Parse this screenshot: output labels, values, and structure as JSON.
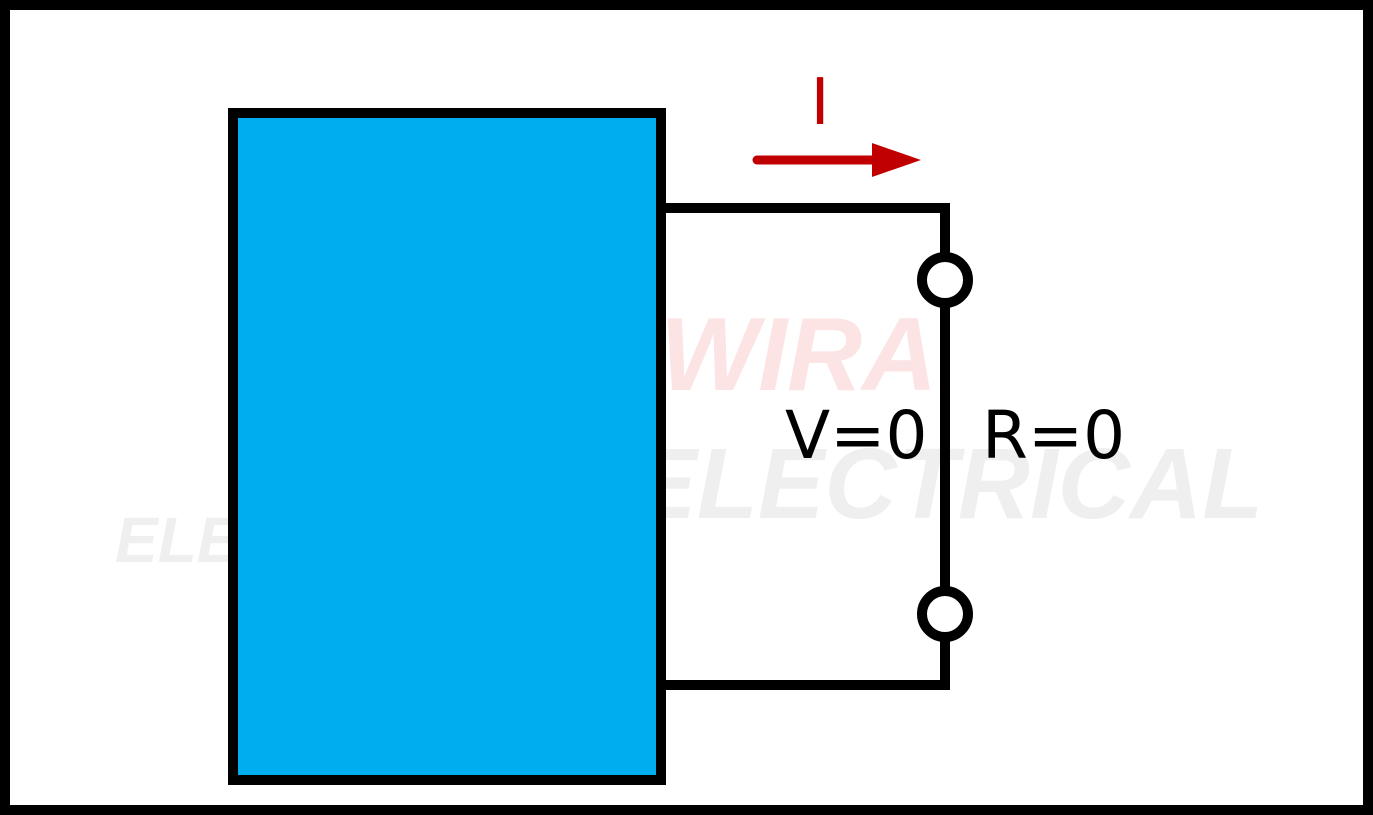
{
  "watermark": {
    "line1": "WIRA",
    "line2": "ELECTRICAL",
    "line3": "ELECTRICAL"
  },
  "labels": {
    "current": "I",
    "voltage": "V=0",
    "resistance": "R=0"
  },
  "colors": {
    "border": "#000000",
    "source_fill": "#00AEEF",
    "wire": "#000000",
    "current_arrow": "#C00000",
    "watermark_red": "#FCE4E4",
    "watermark_gray": "#EFEFEF"
  }
}
